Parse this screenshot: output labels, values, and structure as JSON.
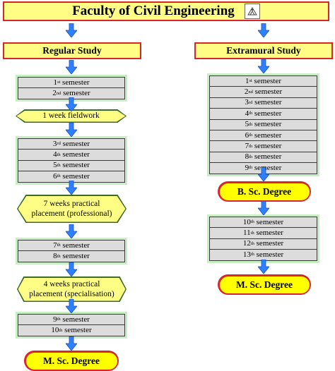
{
  "title": "Faculty of Civil Engineering",
  "regular": {
    "heading": "Regular Study",
    "group1": [
      {
        "num": "1",
        "sup": "st",
        "word": " semester"
      },
      {
        "num": "2",
        "sup": "nd",
        "word": " semester"
      }
    ],
    "fieldwork": "1 week fieldwork",
    "group2": [
      {
        "num": "3",
        "sup": "rd",
        "word": " semester"
      },
      {
        "num": "4",
        "sup": "th",
        "word": " semester"
      },
      {
        "num": "5",
        "sup": "th",
        "word": " semester"
      },
      {
        "num": "6",
        "sup": "th",
        "word": " semester"
      }
    ],
    "placement1": [
      "7 weeks practical",
      "placement (professional)"
    ],
    "group3": [
      {
        "num": "7",
        "sup": "th",
        "word": " semester"
      },
      {
        "num": "8",
        "sup": "th",
        "word": " semester"
      }
    ],
    "placement2": [
      "4 weeks practical",
      "placement (specialisation)"
    ],
    "group4": [
      {
        "num": "9",
        "sup": "th",
        "word": " semester"
      },
      {
        "num": "10",
        "sup": "th",
        "word": " semester"
      }
    ],
    "degree": "M. Sc. Degree"
  },
  "extramural": {
    "heading": "Extramural Study",
    "group1": [
      {
        "num": "1",
        "sup": "st",
        "word": " semester"
      },
      {
        "num": "2",
        "sup": "nd",
        "word": " semester"
      },
      {
        "num": "3",
        "sup": "rd",
        "word": " semester"
      },
      {
        "num": "4",
        "sup": "th",
        "word": " semester"
      },
      {
        "num": "5",
        "sup": "th",
        "word": " semester"
      },
      {
        "num": "6",
        "sup": "th",
        "word": " semester"
      },
      {
        "num": "7",
        "sup": "th",
        "word": " semester"
      },
      {
        "num": "8",
        "sup": "th",
        "word": " semester"
      },
      {
        "num": "9",
        "sup": "th",
        "word": " semester"
      }
    ],
    "degree1": "B. Sc. Degree",
    "group2": [
      {
        "num": "10",
        "sup": "th",
        "word": " semester"
      },
      {
        "num": "11",
        "sup": "th",
        "word": " semester"
      },
      {
        "num": "12",
        "sup": "th",
        "word": " semester"
      },
      {
        "num": "13",
        "sup": "th",
        "word": " semester"
      }
    ],
    "degree2": "M. Sc. Degree"
  },
  "colors": {
    "banner_fill": "#fffe84",
    "banner_border": "#d8262b",
    "semester_fill": "#dcdcdc",
    "group_background": "#c8efc4",
    "placement_border": "#3c6a2c",
    "degree_fill": "#ffff00",
    "arrow_fill": "#2f80ff"
  },
  "icons": {
    "arrow": "down-arrow-icon",
    "logo": "faculty-logo-icon"
  }
}
